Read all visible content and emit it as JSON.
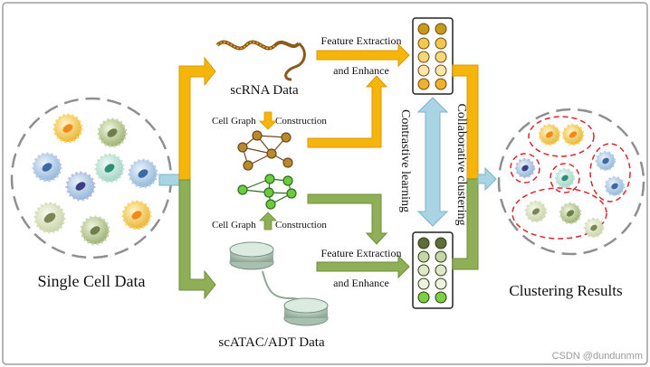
{
  "labels": {
    "single_cell": "Single Cell Data",
    "scrna": "scRNA Data",
    "scatac": "scATAC/ADT Data",
    "cell_graph_top": "Cell Graph",
    "construction_top": "Construction",
    "cell_graph_bottom": "Cell Graph",
    "construction_bottom": "Construction",
    "feature_top_1": "Feature Extraction",
    "feature_top_2": "and Enhance",
    "feature_bottom_1": "Feature Extraction",
    "feature_bottom_2": "and Enhance",
    "contrastive": "Contrastive learning",
    "collaborative": "Collaborative clustering",
    "clustering_results": "Clustering Results"
  },
  "footer": {
    "watermark": "CSDN @dundunmm"
  },
  "colors": {
    "yellow_arrow": "#f5b50a",
    "green_arrow": "#8faf56",
    "blue_arrow": "#a9d4e4",
    "frame": "#9e9e9e"
  }
}
